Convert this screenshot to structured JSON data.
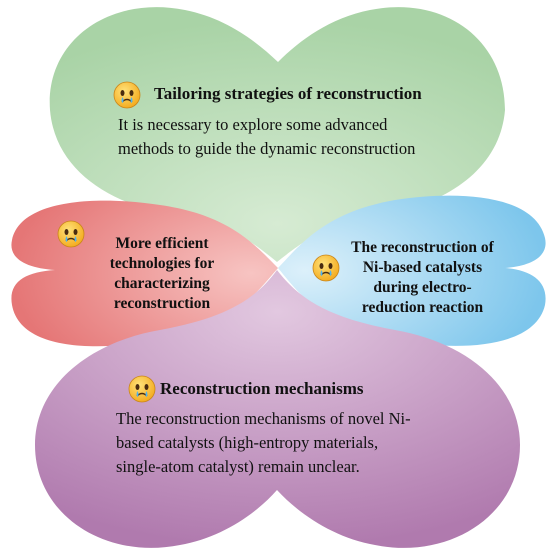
{
  "colors": {
    "top_petal": "#c7e3c4",
    "left_petal": "#ef9b9a",
    "right_petal": "#a8d7f0",
    "bottom_petal": "#c9a1c8",
    "text": "#111111"
  },
  "icons": {
    "petal_icon": "crying-face-emoji"
  },
  "petals": {
    "top": {
      "title": "Tailoring strategies of reconstruction",
      "body_lines": [
        "It is necessary to explore some advanced",
        "methods to guide the dynamic reconstruction"
      ]
    },
    "left": {
      "title_lines": [
        "More efficient",
        "technologies for",
        "characterizing",
        "reconstruction"
      ]
    },
    "right": {
      "title_lines": [
        "The reconstruction of",
        "Ni-based catalysts",
        "during electro-",
        "reduction reaction"
      ]
    },
    "bottom": {
      "title": "Reconstruction mechanisms",
      "body_lines": [
        "The reconstruction mechanisms of novel Ni-",
        "based catalysts (high-entropy materials,",
        "single-atom catalyst) remain unclear."
      ]
    }
  }
}
